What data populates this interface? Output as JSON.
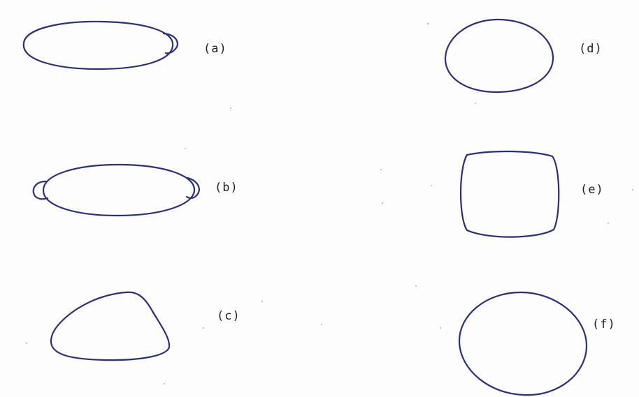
{
  "figure": {
    "labels": {
      "a": "(a)",
      "b": "(b)",
      "c": "(c)",
      "d": "(d)",
      "e": "(e)",
      "f": "(f)"
    },
    "colors": {
      "stroke": "#2a2f7a",
      "text": "#222222",
      "background": "#fdfdfd"
    }
  }
}
